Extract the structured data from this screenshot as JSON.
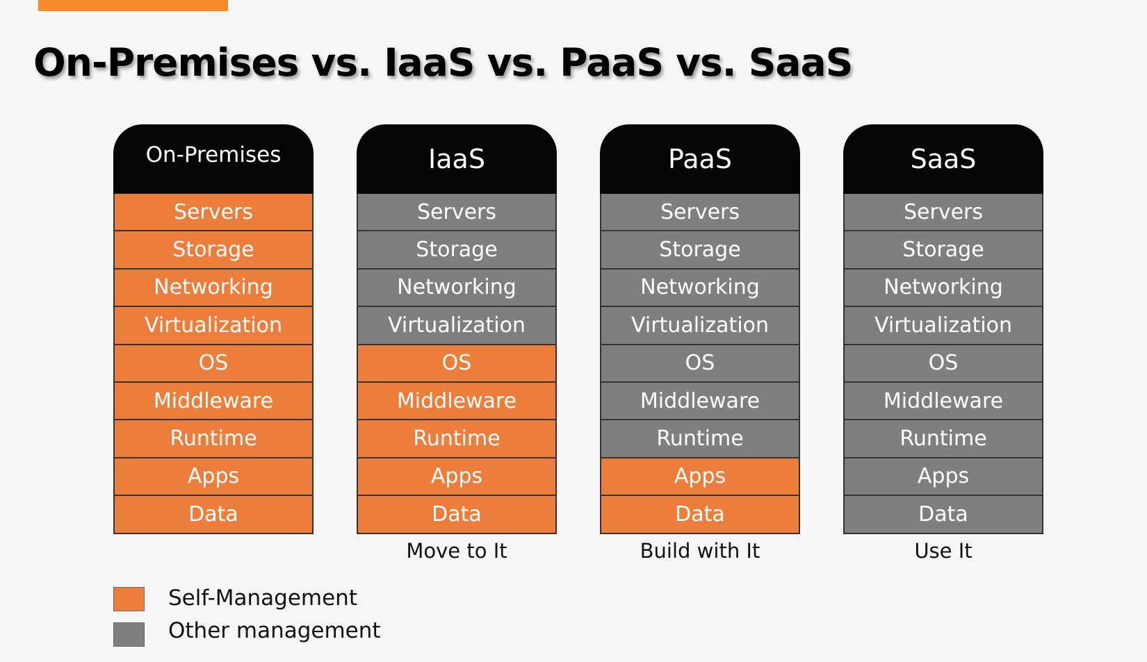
{
  "title": "On-Premises vs. IaaS vs. PaaS vs. SaaS",
  "colors": {
    "self": "#ed7d3a",
    "other": "#7f7f7f",
    "header": "#050505",
    "accent_bar": "#f58a2b"
  },
  "layers": [
    "Servers",
    "Storage",
    "Networking",
    "Virtualization",
    "OS",
    "Middleware",
    "Runtime",
    "Apps",
    "Data"
  ],
  "columns": [
    {
      "name": "On-Premises",
      "caption": "",
      "self_managed_from_layer": 0
    },
    {
      "name": "IaaS",
      "caption": "Move to It",
      "self_managed_from_layer": 4
    },
    {
      "name": "PaaS",
      "caption": "Build with It",
      "self_managed_from_layer": 7
    },
    {
      "name": "SaaS",
      "caption": "Use It",
      "self_managed_from_layer": 9
    }
  ],
  "legend": [
    {
      "label": "Self-Management",
      "type": "self"
    },
    {
      "label": "Other management",
      "type": "other"
    }
  ]
}
